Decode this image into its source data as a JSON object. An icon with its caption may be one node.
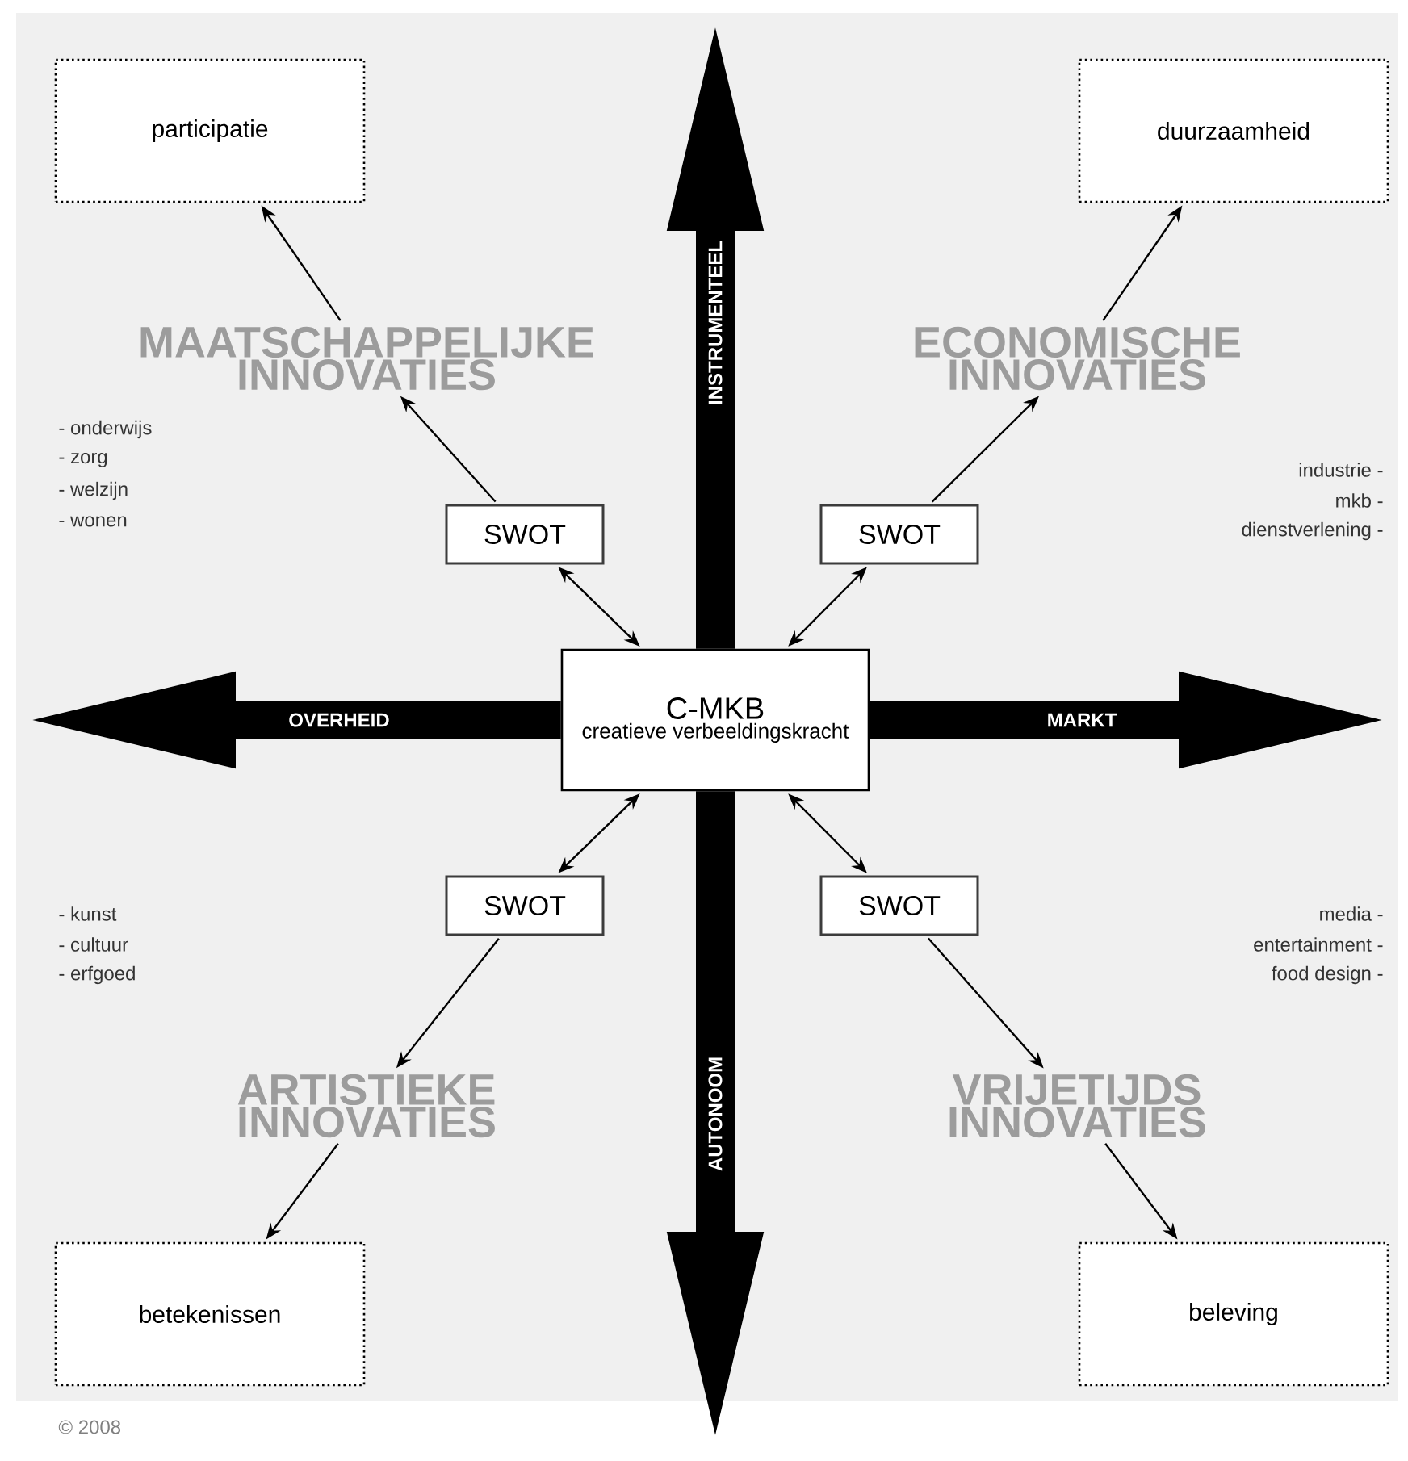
{
  "diagram": {
    "nodes": [
      {
        "text": [
          "participatie"
        ]
      },
      {
        "text": [
          "duurzaamheid"
        ]
      },
      {
        "text": [
          "MAATSCHAPPELIJKE INNOVATIES"
        ]
      },
      {
        "text": [
          "ECONOMISCHE INNOVATIES"
        ]
      },
      {
        "text": [
          "SWOT"
        ]
      },
      {
        "text": [
          "SWOT"
        ]
      },
      {
        "text": [
          "C-MKB",
          "creatieve verbeeldingskracht"
        ]
      },
      {
        "text": [
          "SWOT"
        ]
      },
      {
        "text": [
          "SWOT"
        ]
      },
      {
        "text": [
          "ARTISTIEKE INNOVATIES"
        ]
      },
      {
        "text": [
          "VRIJETIJDS INNOVATIES"
        ]
      },
      {
        "text": [
          "betekenissen"
        ]
      },
      {
        "text": [
          "beleving"
        ]
      }
    ],
    "edges": [
      {
        "from": 6,
        "to": null,
        "arrow": "to",
        "label": "INSTRUMENTEEL",
        "style": "thick"
      },
      {
        "from": 6,
        "to": null,
        "arrow": "to",
        "label": "OVERHEID",
        "style": "thick"
      },
      {
        "from": 6,
        "to": null,
        "arrow": "to",
        "label": "MARKT",
        "style": "thick"
      },
      {
        "from": 6,
        "to": null,
        "arrow": "to",
        "label": "AUTONOOM",
        "style": "thick"
      },
      {
        "from": 4,
        "to": 6,
        "arrow": "both"
      },
      {
        "from": 5,
        "to": 6,
        "arrow": "both"
      },
      {
        "from": 7,
        "to": 6,
        "arrow": "both"
      },
      {
        "from": 8,
        "to": 6,
        "arrow": "both"
      },
      {
        "from": 4,
        "to": 2,
        "arrow": "to"
      },
      {
        "from": 5,
        "to": 3,
        "arrow": "to"
      },
      {
        "from": 7,
        "to": 9,
        "arrow": "to"
      },
      {
        "from": 8,
        "to": 10,
        "arrow": "to"
      },
      {
        "from": 2,
        "to": 0,
        "arrow": "to"
      },
      {
        "from": 3,
        "to": 1,
        "arrow": "to"
      },
      {
        "from": 9,
        "to": 11,
        "arrow": "to"
      },
      {
        "from": 10,
        "to": 12,
        "arrow": "to"
      }
    ],
    "labels": [
      "- onderwijs",
      "- zorg",
      "- welzijn",
      "- wonen",
      "industrie -",
      "mkb -",
      "dienstverlening -",
      "- kunst",
      "- cultuur",
      "- erfgoed",
      "media -",
      "entertainment -",
      "food design -",
      "© 2008"
    ]
  }
}
